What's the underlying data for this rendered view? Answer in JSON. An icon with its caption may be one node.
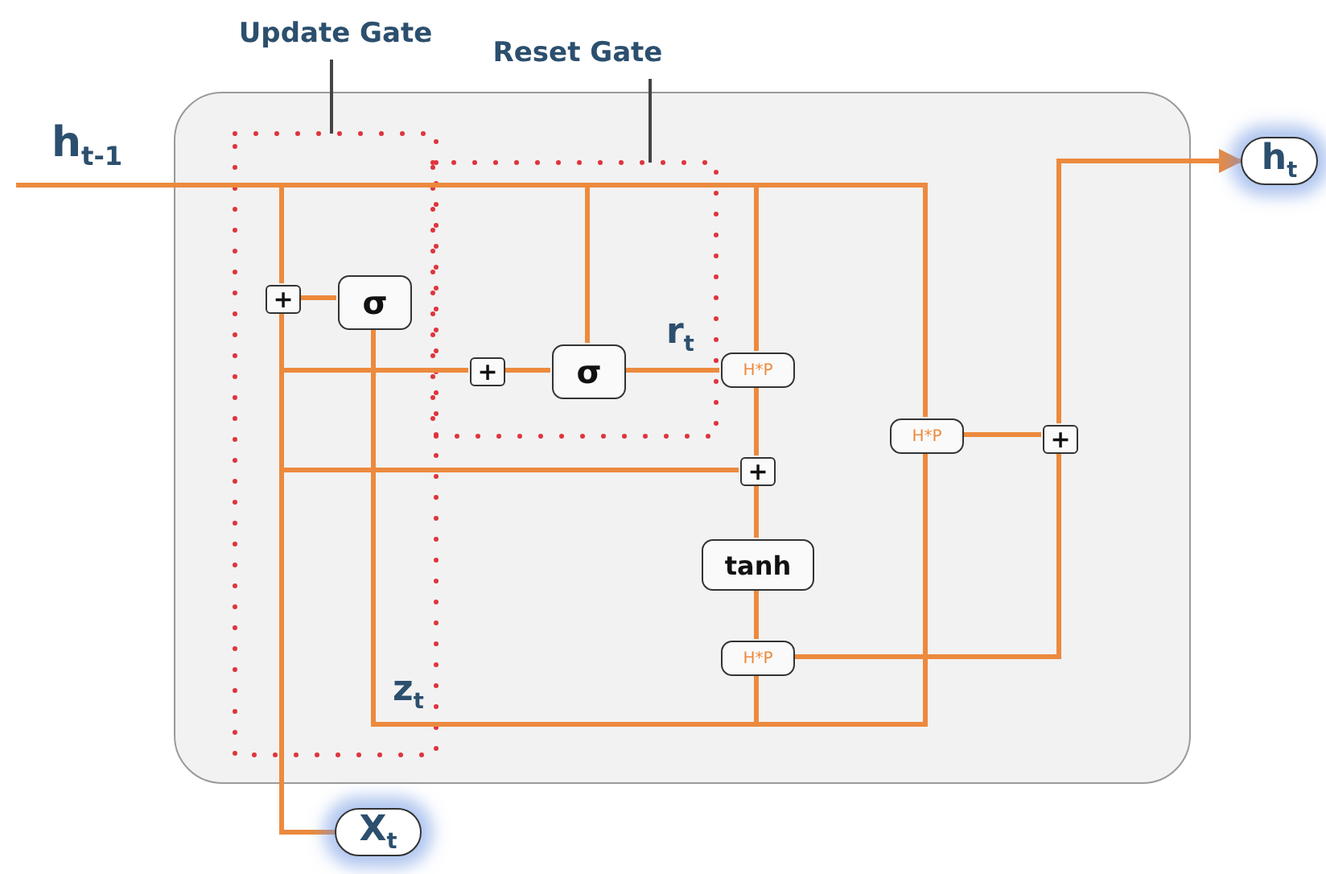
{
  "diagram": {
    "nodes": [
      {
        "text": [],
        "shape": "box"
      },
      {
        "text": [
          "Update Gate"
        ],
        "in": 0
      },
      {
        "text": [
          "Reset Gate"
        ],
        "in": 0
      },
      {
        "text": [
          "h$_{t-1}$"
        ]
      },
      {
        "text": [
          "+"
        ],
        "in": 1
      },
      {
        "text": [
          "σ"
        ],
        "in": 1
      },
      {
        "text": [
          "+"
        ],
        "in": 2
      },
      {
        "text": [
          "σ"
        ],
        "in": 2
      },
      {
        "text": [
          "H*P"
        ],
        "in": 0
      },
      {
        "text": [
          "+"
        ],
        "in": 0
      },
      {
        "text": [
          "tanh"
        ],
        "in": 0
      },
      {
        "text": [
          "H*P"
        ],
        "in": 0
      },
      {
        "text": [
          "H*P"
        ],
        "in": 0
      },
      {
        "text": [
          "+"
        ],
        "in": 0
      },
      {
        "text": [
          "h$_{t}$"
        ]
      },
      {
        "text": [
          "X$_{t}$"
        ]
      }
    ],
    "edges": [
      {
        "from": 3,
        "to": 12,
        "arrow": "none"
      },
      {
        "from": 3,
        "to": 4,
        "arrow": "none"
      },
      {
        "from": 3,
        "to": 7,
        "arrow": "none"
      },
      {
        "from": 3,
        "to": 8,
        "arrow": "none"
      },
      {
        "from": 15,
        "to": 4,
        "arrow": "none"
      },
      {
        "from": 15,
        "to": 6,
        "arrow": "none"
      },
      {
        "from": 15,
        "to": 9,
        "arrow": "none"
      },
      {
        "from": 4,
        "to": 5,
        "arrow": "none"
      },
      {
        "from": 6,
        "to": 7,
        "arrow": "none"
      },
      {
        "from": 7,
        "to": 8,
        "arrow": "none"
      },
      {
        "from": 5,
        "to": 11,
        "arrow": "none"
      },
      {
        "from": 5,
        "to": 12,
        "arrow": "none"
      },
      {
        "from": 8,
        "to": 9,
        "arrow": "none"
      },
      {
        "from": 9,
        "to": 10,
        "arrow": "none"
      },
      {
        "from": 10,
        "to": 11,
        "arrow": "none"
      },
      {
        "from": 11,
        "to": 13,
        "arrow": "none"
      },
      {
        "from": 12,
        "to": 13,
        "arrow": "none"
      },
      {
        "from": 13,
        "to": 14,
        "arrow": "to"
      }
    ],
    "labels": [
      "r$_{t}$",
      "z$_{t}$"
    ]
  }
}
